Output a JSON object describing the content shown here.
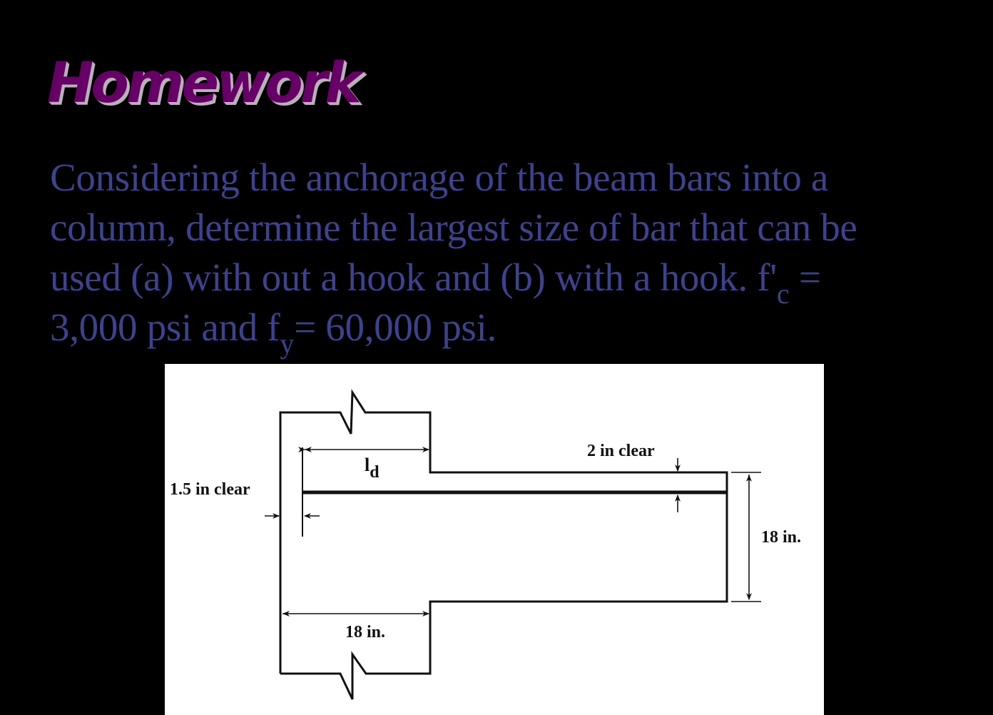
{
  "slide": {
    "title": "Homework",
    "colors": {
      "background": "#000000",
      "title": "#660066",
      "title_shadow": "#b4b4b4",
      "body_text": "#3d428f",
      "figure_bg": "#ffffff",
      "figure_ink": "#111111"
    },
    "problem": {
      "line1": "Considering the anchorage of the beam bars into a",
      "line2": "column, determine the largest size of bar that can be",
      "line3_pre": "used (a) with out a hook and (b) with a hook.  f'",
      "line3_sub": "c",
      "line3_post": " =",
      "line4_pre": "3,000 psi and f",
      "line4_sub": "y",
      "line4_post": "= 60,000 psi."
    }
  },
  "figure": {
    "labels": {
      "side_cover": "1.5 in clear",
      "top_cover": "2 in clear",
      "dev_length_main": "l",
      "dev_length_sub": "d",
      "column_width": "18 in.",
      "beam_depth": "18 in."
    }
  }
}
